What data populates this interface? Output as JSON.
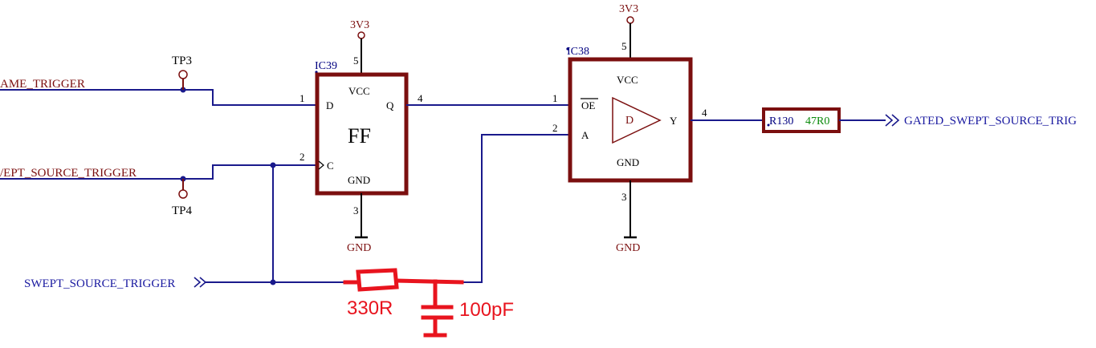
{
  "nets": {
    "frame_trigger": "AME_TRIGGER",
    "swept_source_trigger_left": "/EPT_SOURCE_TRIGGER",
    "swept_source_trigger_port": "SWEPT_SOURCE_TRIGGER",
    "gated_output_port": "GATED_SWEPT_SOURCE_TRIG"
  },
  "testpoints": {
    "tp3": "TP3",
    "tp4": "TP4"
  },
  "power": {
    "supply": "3V3",
    "ground": "GND"
  },
  "ic39": {
    "designator": "IC39",
    "function": "FF",
    "vcc": "VCC",
    "gnd": "GND",
    "pin_d": "D",
    "pin_c": "C",
    "pin_q": "Q",
    "pin_num_d": "1",
    "pin_num_c": "2",
    "pin_num_vcc": "5",
    "pin_num_gnd": "3",
    "pin_num_q": "4"
  },
  "ic38": {
    "designator": "IC38",
    "vcc": "VCC",
    "gnd": "GND",
    "pin_oe": "OE",
    "pin_a": "A",
    "pin_y": "Y",
    "buffer_label": "D",
    "pin_num_oe": "1",
    "pin_num_a": "2",
    "pin_num_vcc": "5",
    "pin_num_gnd": "3",
    "pin_num_y": "4"
  },
  "r130": {
    "designator": "R130",
    "value": "47R0"
  },
  "annotations": {
    "resistor_value": "330R",
    "capacitor_value": "100pF"
  },
  "colors": {
    "component_body": "#7b0f0f",
    "wire": "#1a1a8c",
    "annotation": "#e8141e",
    "value_green": "#0a8a0a"
  }
}
